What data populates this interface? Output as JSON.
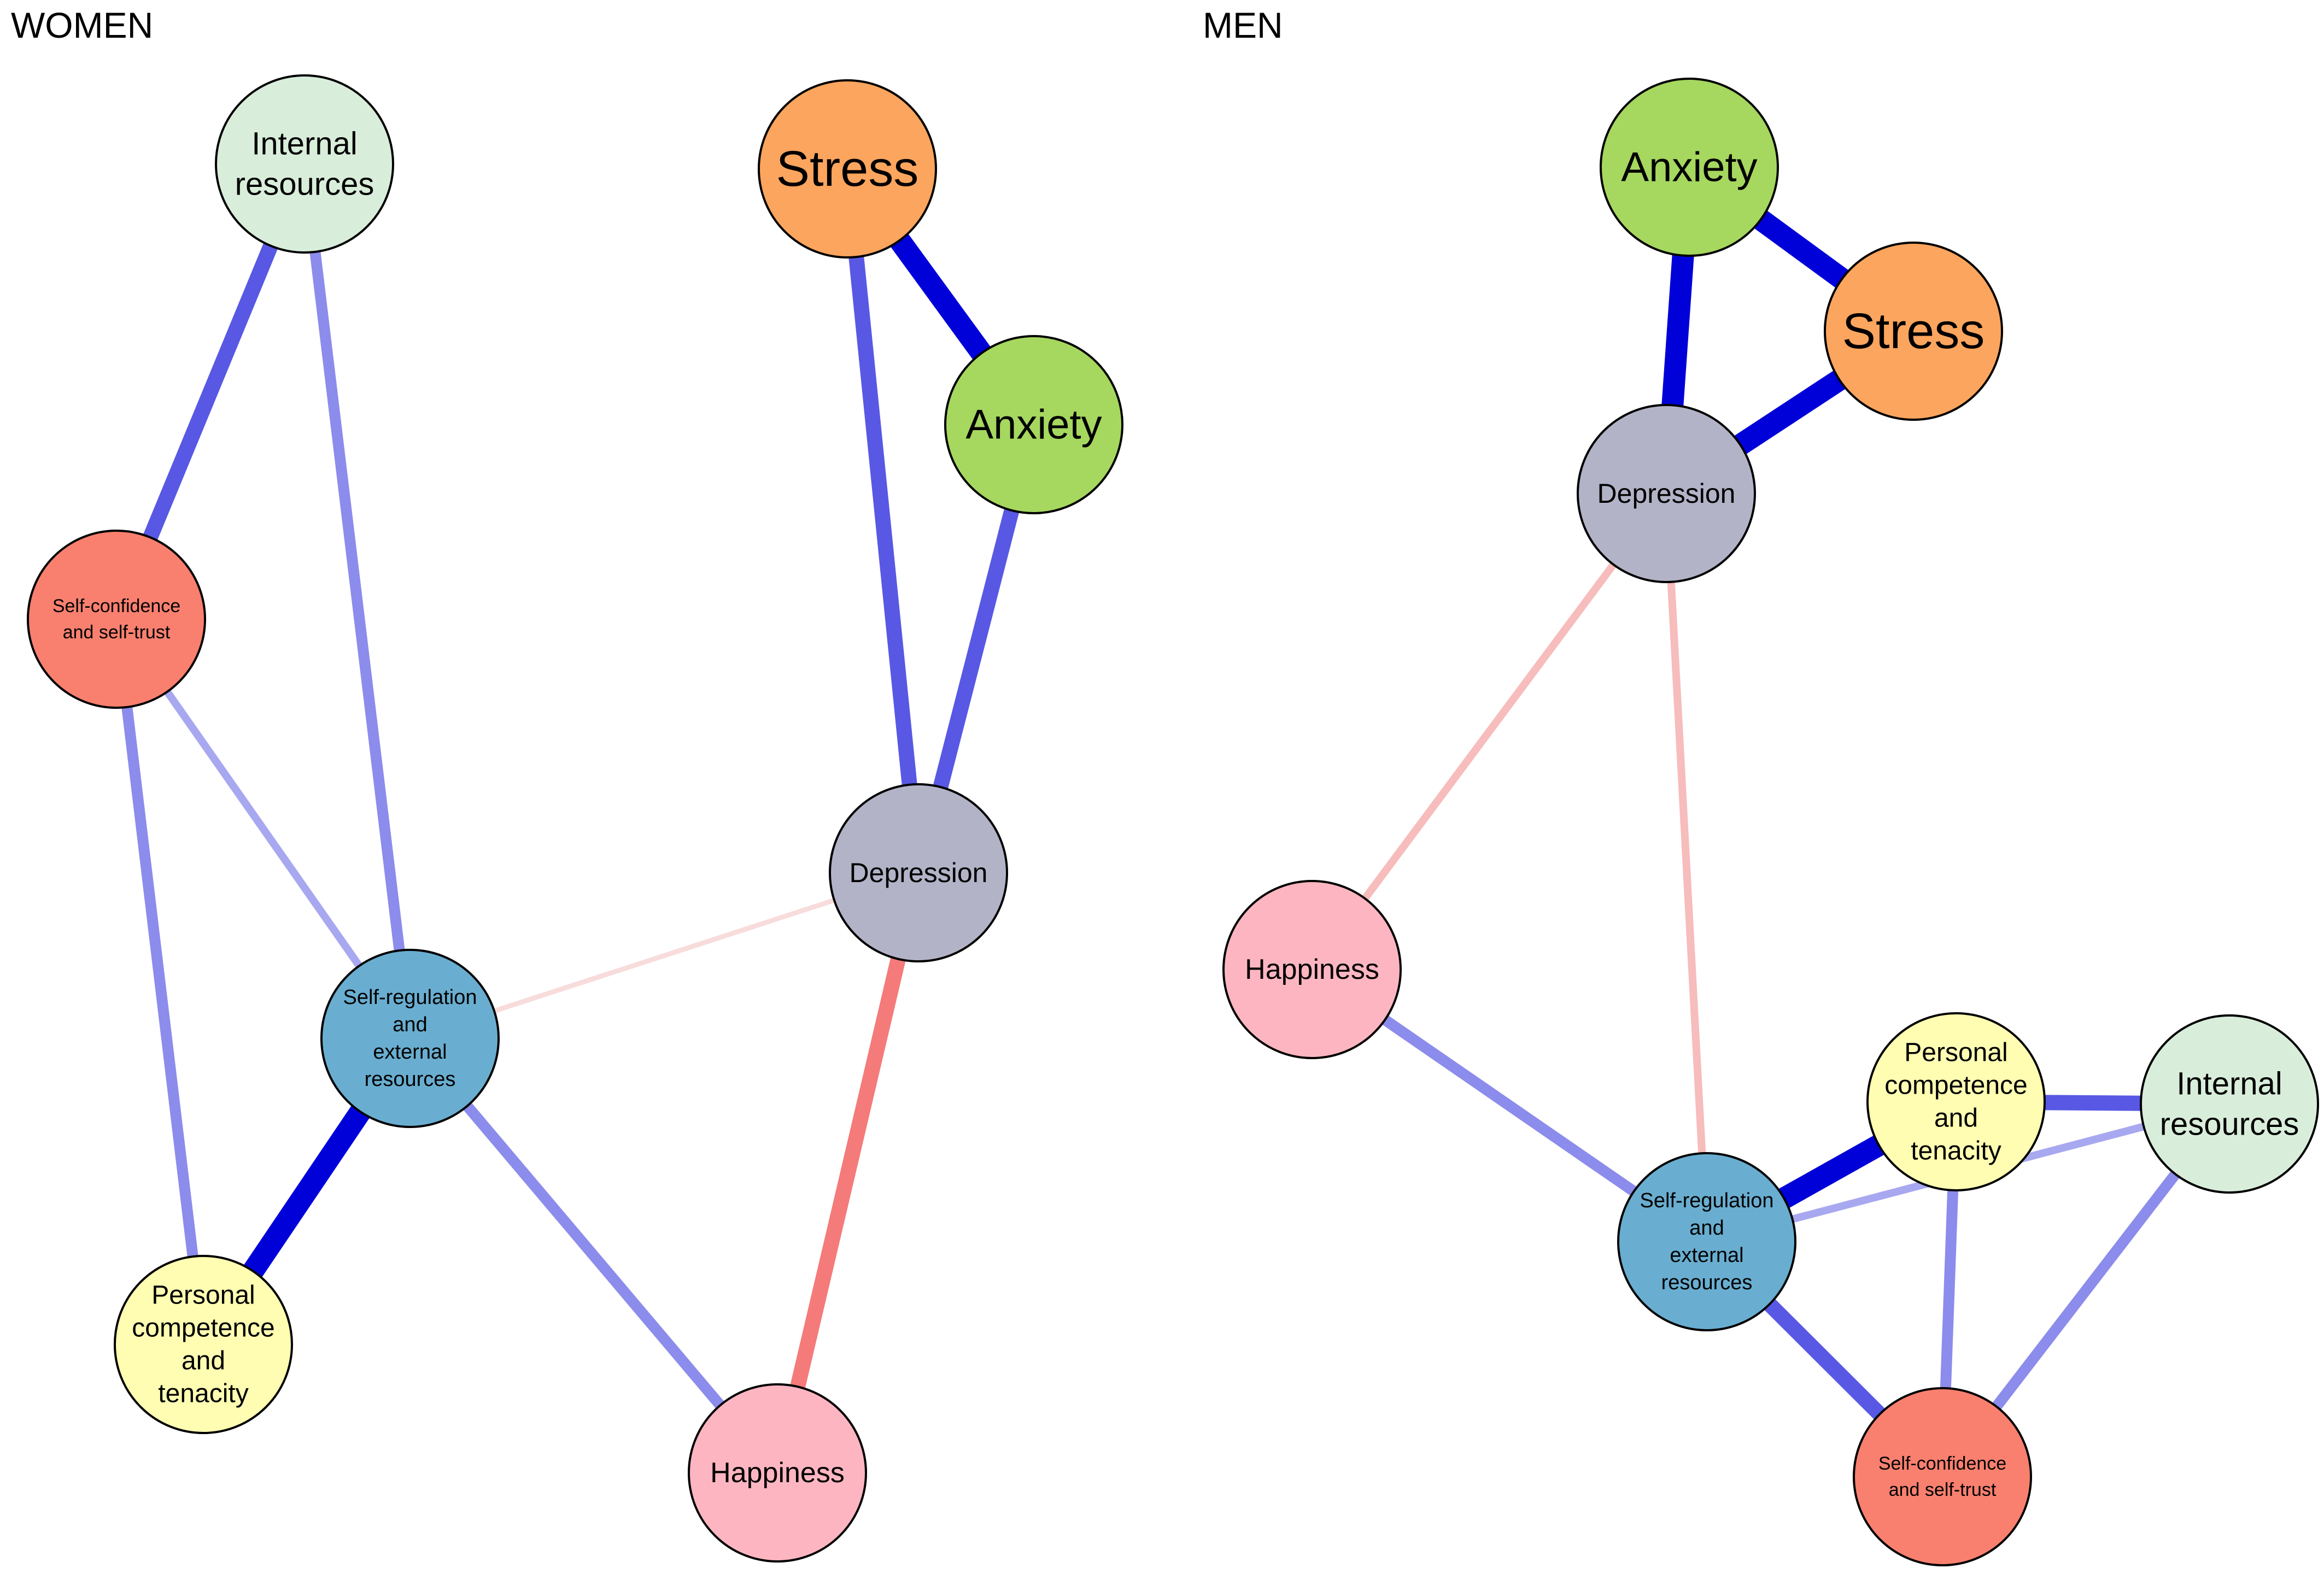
{
  "panels": {
    "women": {
      "title": "WOMEN",
      "nodes": [
        {
          "id": "internal",
          "lines": [
            "Internal",
            "resources"
          ],
          "color": "#d9eddb"
        },
        {
          "id": "stress",
          "lines": [
            "Stress"
          ],
          "color": "#fca55e"
        },
        {
          "id": "anxiety",
          "lines": [
            "Anxiety"
          ],
          "color": "#a6d75f"
        },
        {
          "id": "selfconf",
          "lines": [
            "Self-confidence",
            "and self-trust"
          ],
          "color": "#f9806f"
        },
        {
          "id": "depression",
          "lines": [
            "Depression"
          ],
          "color": "#b3b3c8"
        },
        {
          "id": "selfreg",
          "lines": [
            "Self-regulation",
            "and",
            "external",
            "resources"
          ],
          "color": "#69aed0"
        },
        {
          "id": "personal",
          "lines": [
            "Personal",
            "competence",
            "and",
            "tenacity"
          ],
          "color": "#fefdb2"
        },
        {
          "id": "happiness",
          "lines": [
            "Happiness"
          ],
          "color": "#fdb6c1"
        }
      ],
      "edges": [
        {
          "from": "internal",
          "to": "selfconf",
          "sign": "positive",
          "strength": "strong"
        },
        {
          "from": "internal",
          "to": "selfreg",
          "sign": "positive",
          "strength": "medium"
        },
        {
          "from": "stress",
          "to": "anxiety",
          "sign": "positive",
          "strength": "very strong"
        },
        {
          "from": "stress",
          "to": "depression",
          "sign": "positive",
          "strength": "strong"
        },
        {
          "from": "anxiety",
          "to": "depression",
          "sign": "positive",
          "strength": "strong"
        },
        {
          "from": "selfconf",
          "to": "selfreg",
          "sign": "positive",
          "strength": "weak"
        },
        {
          "from": "selfconf",
          "to": "personal",
          "sign": "positive",
          "strength": "medium"
        },
        {
          "from": "selfreg",
          "to": "depression",
          "sign": "negative",
          "strength": "very weak"
        },
        {
          "from": "selfreg",
          "to": "personal",
          "sign": "positive",
          "strength": "very strong"
        },
        {
          "from": "selfreg",
          "to": "happiness",
          "sign": "positive",
          "strength": "medium"
        },
        {
          "from": "depression",
          "to": "happiness",
          "sign": "negative",
          "strength": "strong"
        }
      ]
    },
    "men": {
      "title": "MEN",
      "nodes": [
        {
          "id": "anxiety",
          "lines": [
            "Anxiety"
          ],
          "color": "#a6d75f"
        },
        {
          "id": "stress",
          "lines": [
            "Stress"
          ],
          "color": "#fca55e"
        },
        {
          "id": "depression",
          "lines": [
            "Depression"
          ],
          "color": "#b3b3c8"
        },
        {
          "id": "happiness",
          "lines": [
            "Happiness"
          ],
          "color": "#fdb6c1"
        },
        {
          "id": "personal",
          "lines": [
            "Personal",
            "competence",
            "and",
            "tenacity"
          ],
          "color": "#fefdb2"
        },
        {
          "id": "internal",
          "lines": [
            "Internal",
            "resources"
          ],
          "color": "#d9eddb"
        },
        {
          "id": "selfreg",
          "lines": [
            "Self-regulation",
            "and",
            "external",
            "resources"
          ],
          "color": "#69aed0"
        },
        {
          "id": "selfconf",
          "lines": [
            "Self-confidence",
            "and self-trust"
          ],
          "color": "#f9806f"
        }
      ],
      "edges": [
        {
          "from": "anxiety",
          "to": "stress",
          "sign": "positive",
          "strength": "very strong"
        },
        {
          "from": "anxiety",
          "to": "depression",
          "sign": "positive",
          "strength": "very strong"
        },
        {
          "from": "stress",
          "to": "depression",
          "sign": "positive",
          "strength": "very strong"
        },
        {
          "from": "depression",
          "to": "happiness",
          "sign": "negative",
          "strength": "weak"
        },
        {
          "from": "depression",
          "to": "selfreg",
          "sign": "negative",
          "strength": "weak"
        },
        {
          "from": "happiness",
          "to": "selfreg",
          "sign": "positive",
          "strength": "medium"
        },
        {
          "from": "personal",
          "to": "internal",
          "sign": "positive",
          "strength": "strong"
        },
        {
          "from": "personal",
          "to": "selfreg",
          "sign": "positive",
          "strength": "very strong"
        },
        {
          "from": "selfreg",
          "to": "internal",
          "sign": "positive",
          "strength": "weak"
        },
        {
          "from": "selfreg",
          "to": "selfconf",
          "sign": "positive",
          "strength": "strong"
        },
        {
          "from": "personal",
          "to": "selfconf",
          "sign": "positive",
          "strength": "medium"
        },
        {
          "from": "internal",
          "to": "selfconf",
          "sign": "positive",
          "strength": "medium"
        }
      ]
    }
  },
  "edge_colors": {
    "positive": {
      "very strong": "#0000d8",
      "strong": "#5858e4",
      "medium": "#8c8cec",
      "weak": "#a8a8f0"
    },
    "negative": {
      "strong": "#f57a7a",
      "weak": "#f7bcbc",
      "very weak": "#f8dcdc"
    }
  }
}
